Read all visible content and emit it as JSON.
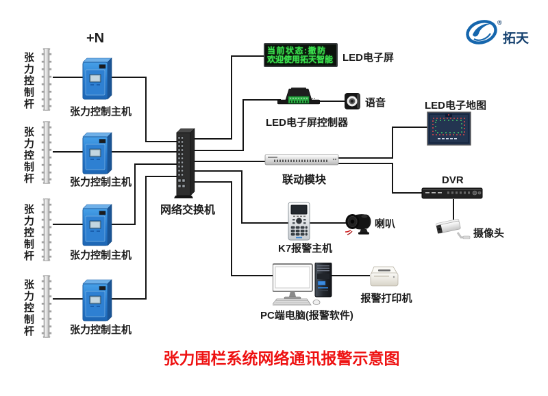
{
  "page_title": "张力围栏系统网络通讯报警示意图",
  "annotation": "+N",
  "logo": {
    "brand": "拓天",
    "registered": "®"
  },
  "poles": [
    {
      "label": "张力控制杆"
    },
    {
      "label": "张力控制杆"
    },
    {
      "label": "张力控制杆"
    },
    {
      "label": "张力控制杆"
    }
  ],
  "hosts": [
    {
      "label": "张力控制主机"
    },
    {
      "label": "张力控制主机"
    },
    {
      "label": "张力控制主机"
    },
    {
      "label": "张力控制主机"
    }
  ],
  "network_switch": {
    "label": "网络交换机"
  },
  "led_screen": {
    "display_line1": "当前状态:撤防",
    "display_line2": "欢迎使用拓天智能",
    "label": "LED电子屏"
  },
  "led_controller": {
    "label": "LED电子屏控制器"
  },
  "voice": {
    "label": "语音"
  },
  "linkage_module": {
    "label": "联动模块"
  },
  "led_map": {
    "label": "LED电子地图"
  },
  "dvr": {
    "label": "DVR"
  },
  "camera": {
    "label": "摄像头"
  },
  "k7_host": {
    "label": "K7报警主机"
  },
  "horn": {
    "label": "喇叭"
  },
  "pc": {
    "label": "PC端电脑(报警软件)"
  },
  "printer": {
    "label": "报警打印机"
  },
  "colors": {
    "host_blue": "#2a7fd0",
    "led_text_green": "#3ce24e",
    "title_red": "#ee1111",
    "logo_blue": "#1566ad",
    "line_black": "#141414"
  }
}
